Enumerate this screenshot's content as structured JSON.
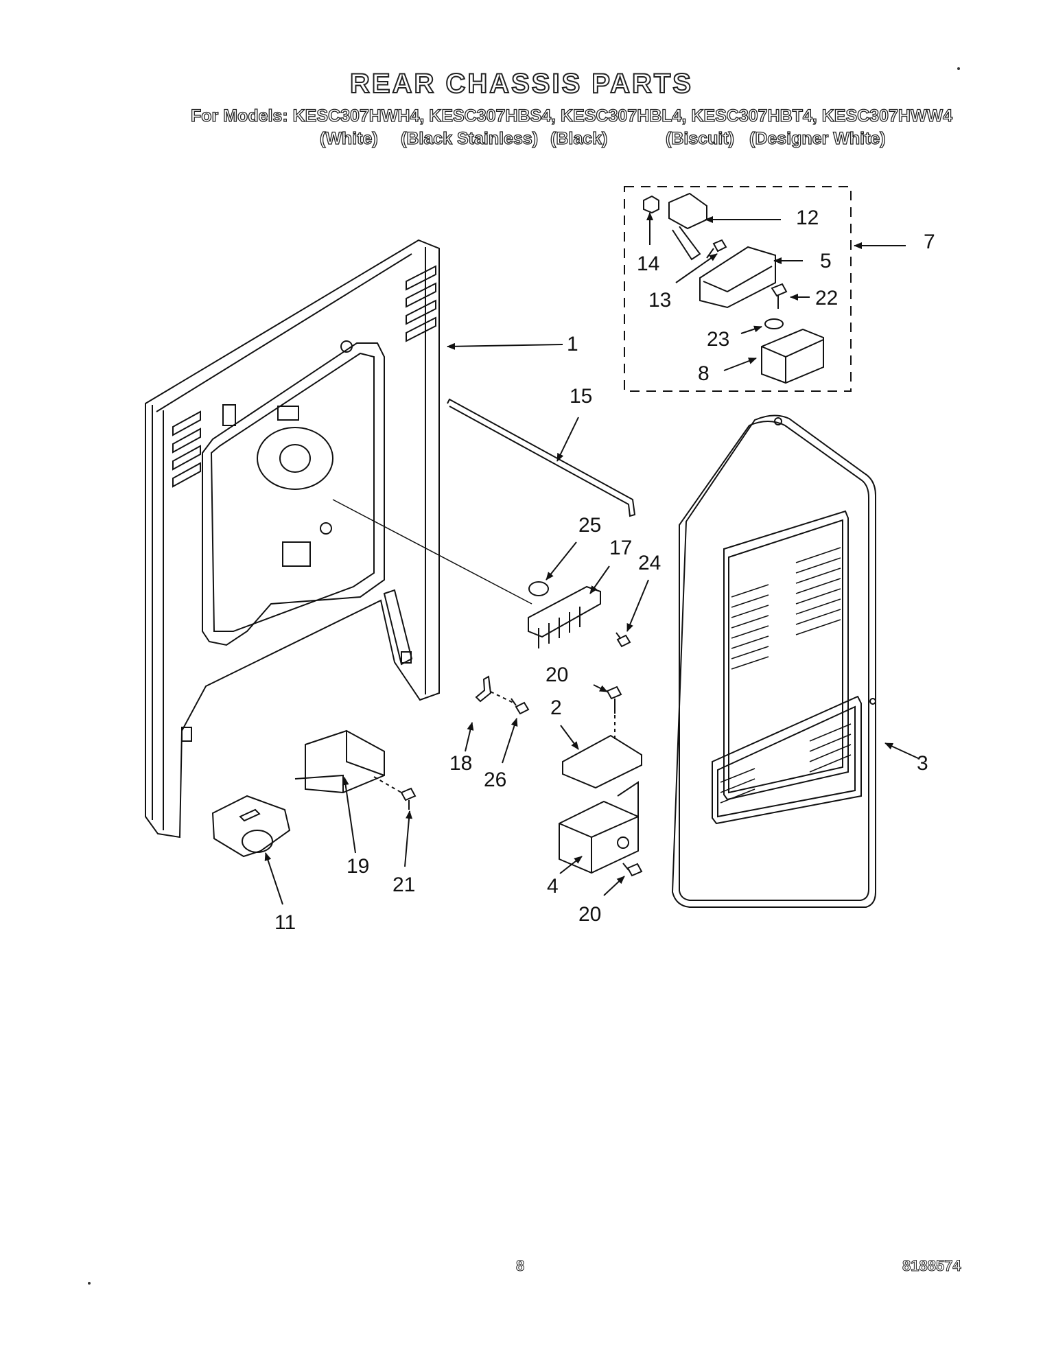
{
  "header": {
    "title": "REAR CHASSIS PARTS",
    "models_line": "For Models: KESC307HWH4, KESC307HBS4, KESC307HBL4, KESC307HBT4, KESC307HWW4",
    "colors": [
      "(White)",
      "(Black Stainless)",
      "(Black)",
      "(Biscuit)",
      "(Designer White)"
    ]
  },
  "callouts": {
    "c1": "1",
    "c2": "2",
    "c3": "3",
    "c4": "4",
    "c5": "5",
    "c7": "7",
    "c8": "8",
    "c11": "11",
    "c12": "12",
    "c13": "13",
    "c14": "14",
    "c15": "15",
    "c17": "17",
    "c18": "18",
    "c19": "19",
    "c20a": "20",
    "c20b": "20",
    "c21": "21",
    "c22": "22",
    "c23": "23",
    "c24": "24",
    "c25": "25",
    "c26": "26"
  },
  "footer": {
    "page_number": "8",
    "doc_number": "8188574"
  }
}
